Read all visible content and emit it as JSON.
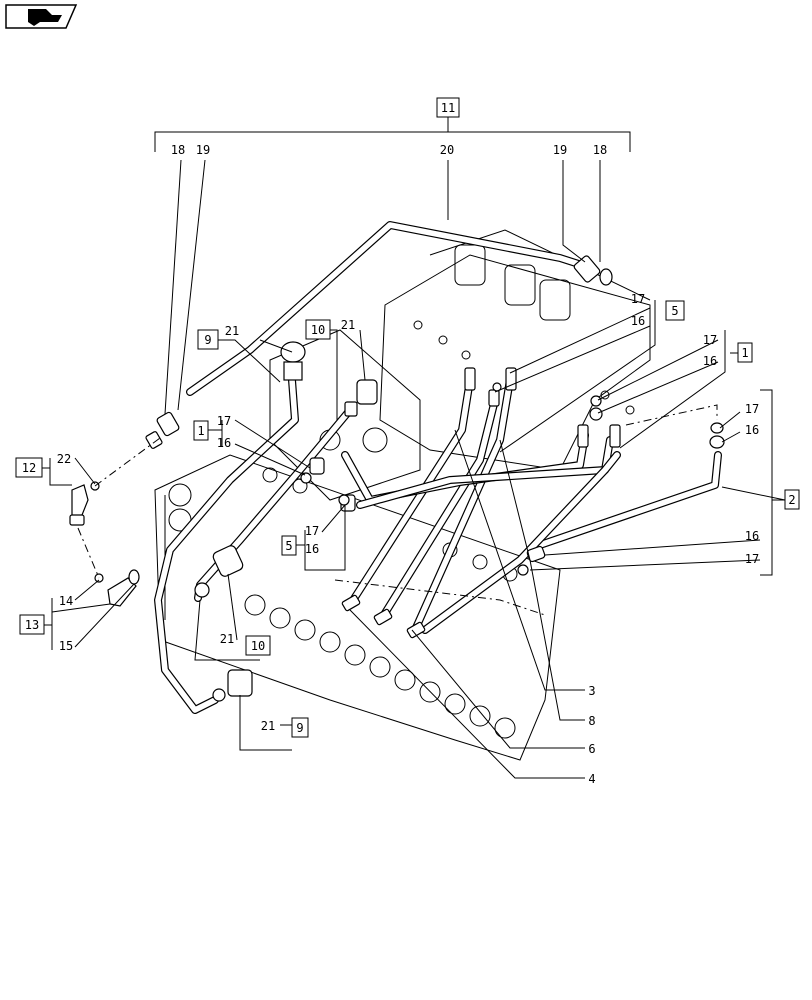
{
  "header": {
    "icon": "book-page-icon"
  },
  "callouts": {
    "c11": "11",
    "c9a": "9",
    "c10a": "10",
    "c1a": "1",
    "c5a": "5",
    "c5b": "5",
    "c1b": "1",
    "c2": "2",
    "c12": "12",
    "c13": "13",
    "c10b": "10",
    "c9b": "9"
  },
  "labels": {
    "l18a": "18",
    "l19a": "19",
    "l20": "20",
    "l19b": "19",
    "l18b": "18",
    "l21a": "21",
    "l21b": "21",
    "l17a": "17",
    "l16a": "16",
    "l17b": "17",
    "l16b": "16",
    "l17c": "17",
    "l16c": "16",
    "l17d": "17",
    "l16d": "16",
    "l17e": "17",
    "l16e": "16",
    "l16f": "16",
    "l17f": "17",
    "l22": "22",
    "l14": "14",
    "l15": "15",
    "l21c": "21",
    "l21d": "21",
    "l3": "3",
    "l8": "8",
    "l6": "6",
    "l4": "4"
  }
}
